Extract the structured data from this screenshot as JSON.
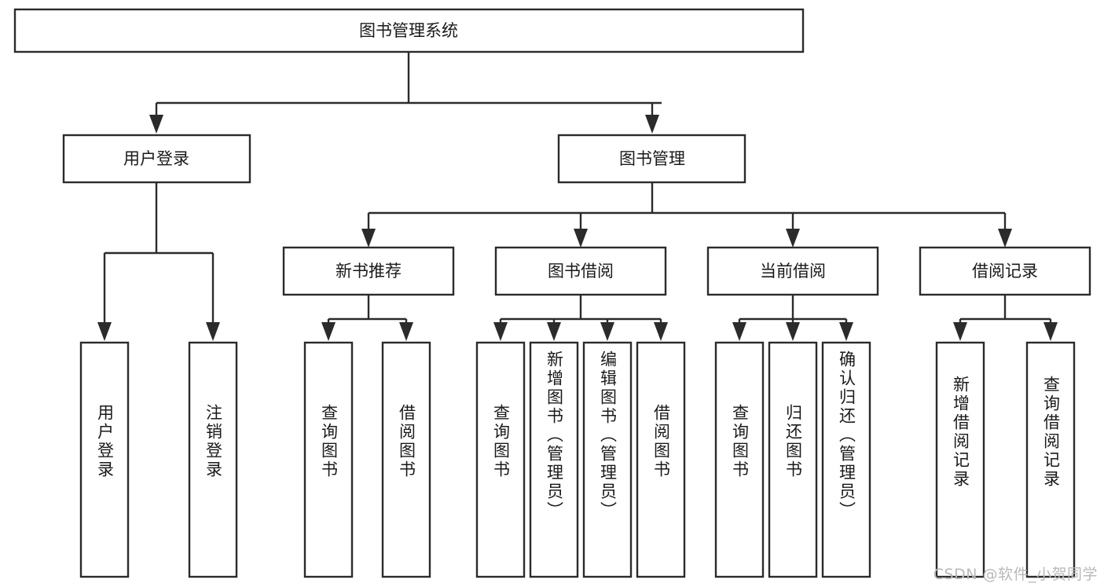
{
  "diagram": {
    "type": "tree-hierarchy",
    "title": "图书管理系统",
    "root": {
      "id": "root",
      "label": "图书管理系统",
      "orientation": "horizontal"
    },
    "level2": [
      {
        "id": "user-login",
        "label": "用户登录",
        "orientation": "horizontal"
      },
      {
        "id": "book-manage",
        "label": "图书管理",
        "orientation": "horizontal"
      }
    ],
    "level3": [
      {
        "id": "new-book-recommend",
        "label": "新书推荐",
        "orientation": "horizontal",
        "parent": "book-manage"
      },
      {
        "id": "book-borrow",
        "label": "图书借阅",
        "orientation": "horizontal",
        "parent": "book-manage"
      },
      {
        "id": "current-borrow",
        "label": "当前借阅",
        "orientation": "horizontal",
        "parent": "book-manage"
      },
      {
        "id": "borrow-record",
        "label": "借阅记录",
        "orientation": "horizontal",
        "parent": "book-manage"
      }
    ],
    "leaves": [
      {
        "id": "leaf-user-login",
        "label": "用户登录",
        "parent": "user-login",
        "orientation": "vertical"
      },
      {
        "id": "leaf-user-logout",
        "label": "注销登录",
        "parent": "user-login",
        "orientation": "vertical"
      },
      {
        "id": "leaf-query-book-1",
        "label": "查询图书",
        "parent": "new-book-recommend",
        "orientation": "vertical"
      },
      {
        "id": "leaf-borrow-book-1",
        "label": "借阅图书",
        "parent": "new-book-recommend",
        "orientation": "vertical"
      },
      {
        "id": "leaf-query-book-2",
        "label": "查询图书",
        "parent": "book-borrow",
        "orientation": "vertical"
      },
      {
        "id": "leaf-add-book",
        "label": "新增图书（管理员）",
        "parent": "book-borrow",
        "orientation": "vertical"
      },
      {
        "id": "leaf-edit-book",
        "label": "编辑图书（管理员）",
        "parent": "book-borrow",
        "orientation": "vertical"
      },
      {
        "id": "leaf-borrow-book-2",
        "label": "借阅图书",
        "parent": "book-borrow",
        "orientation": "vertical"
      },
      {
        "id": "leaf-query-book-3",
        "label": "查询图书",
        "parent": "current-borrow",
        "orientation": "vertical"
      },
      {
        "id": "leaf-return-book",
        "label": "归还图书",
        "parent": "current-borrow",
        "orientation": "vertical"
      },
      {
        "id": "leaf-confirm-return",
        "label": "确认归还（管理员）",
        "parent": "current-borrow",
        "orientation": "vertical"
      },
      {
        "id": "leaf-add-record",
        "label": "新增借阅记录",
        "parent": "borrow-record",
        "orientation": "vertical"
      },
      {
        "id": "leaf-query-record",
        "label": "查询借阅记录",
        "parent": "borrow-record",
        "orientation": "vertical"
      }
    ],
    "colors": {
      "box_stroke": "#2b2b2b",
      "box_fill": "#ffffff",
      "text": "#1a1a1a",
      "background": "#ffffff",
      "watermark": "#b9b9b9"
    }
  },
  "watermark": {
    "text": "CSDN @软件_小贺同学"
  }
}
